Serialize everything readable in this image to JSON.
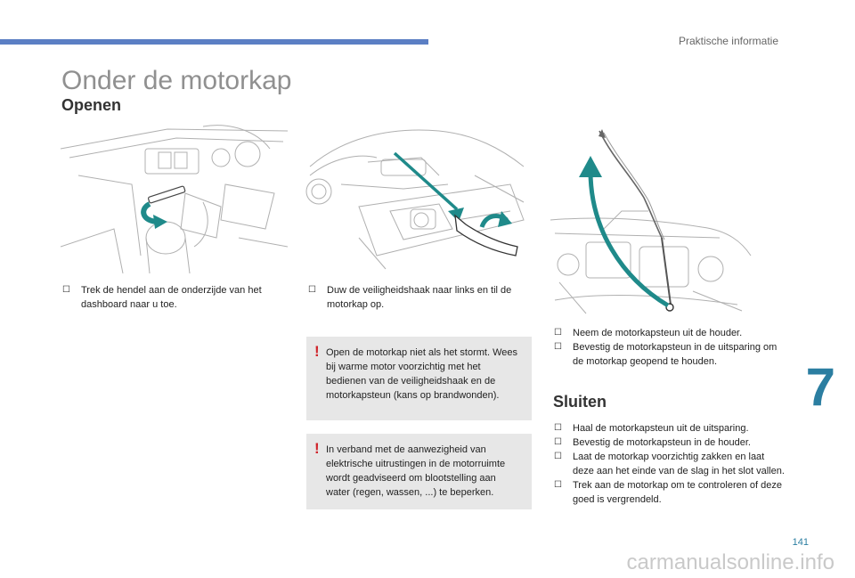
{
  "header": {
    "section": "Praktische informatie",
    "accent": "#5b7fc4"
  },
  "page": {
    "title": "Onder de motorkap",
    "chapter": "7",
    "number": "141",
    "watermark": "carmanualsonline.info"
  },
  "open": {
    "heading": "Openen",
    "step_hendel": "Trek de hendel aan de onderzijde van het dashboard naar u toe.",
    "step_haak": "Duw de veiligheidshaak naar links en til de motorkap op.",
    "step_steun": [
      "Neem de motorkapsteun uit de houder.",
      "Bevestig de motorkapsteun in de uitsparing om de motorkap geopend te houden."
    ]
  },
  "warnings": [
    "Open de motorkap niet als het stormt. Wees bij warme motor voorzichtig met het bedienen van de veiligheidshaak en de motorkapsteun (kans op brandwonden).",
    "In verband met de aanwezigheid van elektrische uitrustingen in de motorruimte wordt geadviseerd om blootstelling aan water (regen, wassen, ...) te beperken."
  ],
  "close": {
    "heading": "Sluiten",
    "steps": [
      "Haal de motorkapsteun uit de uitsparing.",
      "Bevestig de motorkapsteun in de houder.",
      "Laat de motorkap voorzichtig zakken en laat deze aan het einde van de slag in het slot vallen.",
      "Trek aan de motorkap om te controleren of deze goed is vergrendeld."
    ]
  },
  "icons": {
    "checkbox": "checkbox-icon",
    "warning": "warning-icon"
  },
  "colors": {
    "arrow_teal": "#1f8a8a",
    "chapter_blue": "#2b7ea1",
    "warning_red": "#d0232a",
    "warning_bg": "#e7e7e7"
  }
}
